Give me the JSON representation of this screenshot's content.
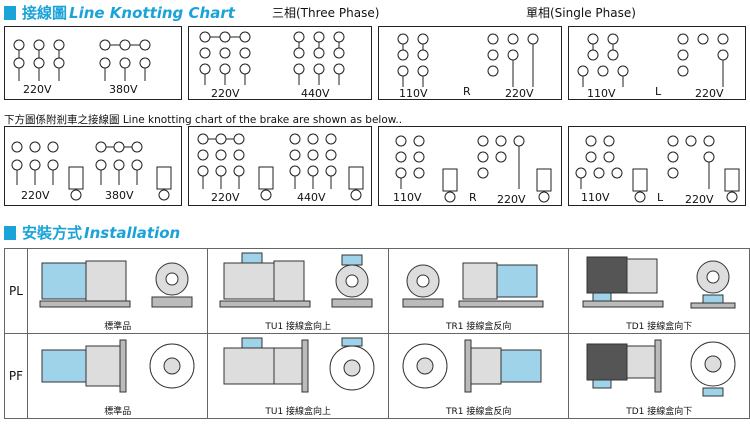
{
  "wiring_header": {
    "zh": "接線圖",
    "en": "Line Knotting Chart",
    "three_phase": "三相(Three Phase)",
    "single_phase": "單相(Single Phase)"
  },
  "brake_note": "下方圖係附剎車之接線圖 Line knotting chart of the brake are shown as below..",
  "diagram_labels": {
    "v220": "220V",
    "v380": "380V",
    "v440": "440V",
    "v110": "110V",
    "R": "R",
    "L": "L"
  },
  "install_header": {
    "zh": "安裝方式",
    "en": "Installation"
  },
  "install_rows": [
    {
      "label": "PL",
      "captions": [
        "標準品",
        "TU1 接線盒向上",
        "TR1 接線盒反向",
        "TD1 接線盒向下"
      ]
    },
    {
      "label": "PF",
      "captions": [
        "標準品",
        "TU1 接線盒向上",
        "TR1 接線盒反向",
        "TD1 接線盒向下"
      ]
    }
  ],
  "colors": {
    "accent": "#1aa3d9",
    "motor_blue": "#9fd3ea"
  }
}
